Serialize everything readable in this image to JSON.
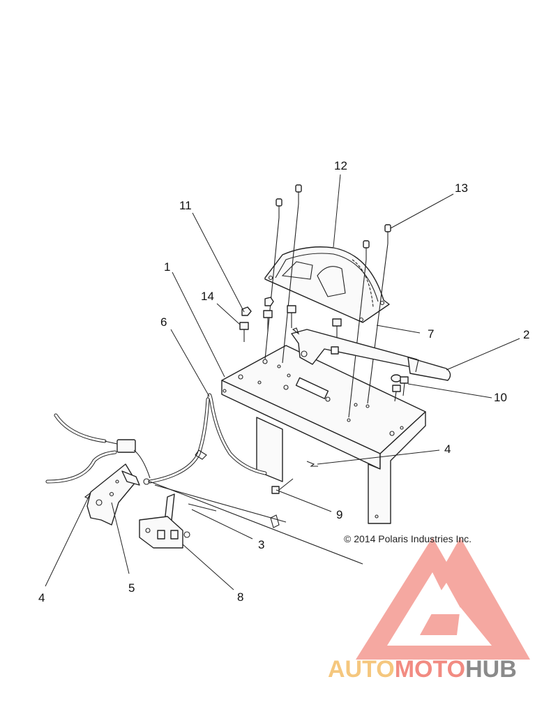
{
  "callouts": [
    {
      "id": "c1",
      "label": "1"
    },
    {
      "id": "c2",
      "label": "2"
    },
    {
      "id": "c3",
      "label": "3"
    },
    {
      "id": "c4a",
      "label": "4"
    },
    {
      "id": "c4b",
      "label": "4"
    },
    {
      "id": "c5",
      "label": "5"
    },
    {
      "id": "c6",
      "label": "6"
    },
    {
      "id": "c7",
      "label": "7"
    },
    {
      "id": "c8",
      "label": "8"
    },
    {
      "id": "c9",
      "label": "9"
    },
    {
      "id": "c10",
      "label": "10"
    },
    {
      "id": "c11",
      "label": "11"
    },
    {
      "id": "c12",
      "label": "12"
    },
    {
      "id": "c13",
      "label": "13"
    },
    {
      "id": "c14",
      "label": "14"
    }
  ],
  "copyright": "© 2014 Polaris Industries Inc.",
  "watermark": {
    "part1": "AUTO",
    "part2": "MOTO",
    "part3": "HUB",
    "color1": "#f5c77e",
    "color2": "#f28b82",
    "color3": "#8a8a8a",
    "logo_color": "#f28b82"
  }
}
